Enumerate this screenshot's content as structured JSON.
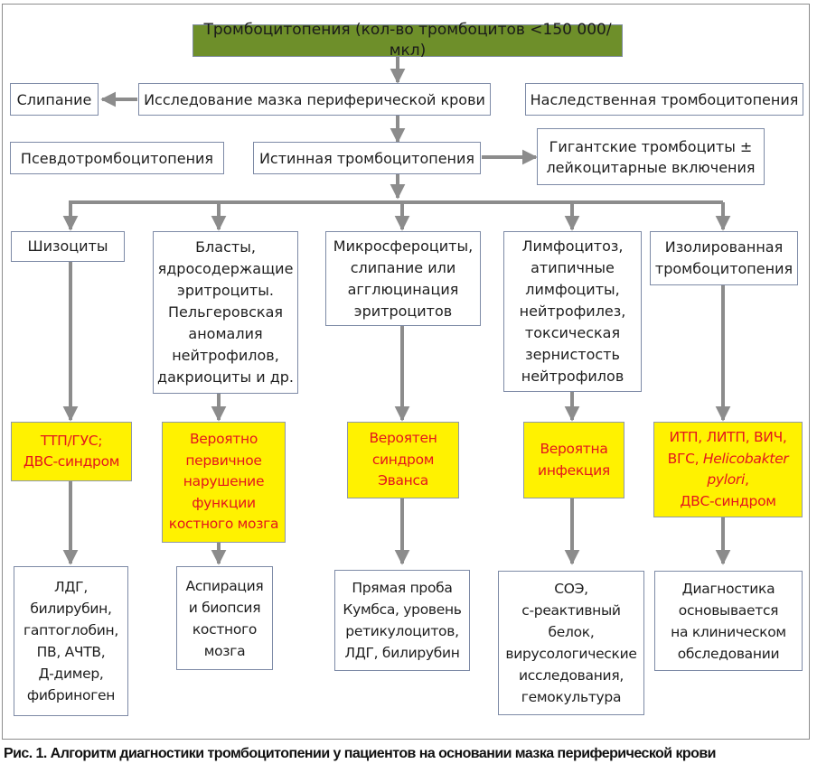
{
  "root": {
    "label": "Тромбоцитопения (кол-во тромбоцитов <150 000/мкл)",
    "color": "#6e8f2a"
  },
  "level1": {
    "smear": "Исследование мазка периферической крови",
    "clumping": "Слипание",
    "hereditary": "Наследственная тромбоцитопения"
  },
  "level2": {
    "pseudo": "Псевдотромбоцитопения",
    "true": "Истинная тромбоцитопения",
    "giant": "Гигантские тромбоциты ±\nлейкоцитарные включения"
  },
  "findings": [
    {
      "id": "schistocytes",
      "label": "Шизоциты"
    },
    {
      "id": "blasts",
      "label": "Бласты,\nядросодержащие\nэритроциты.\nПельгеровская\nаномалия\nнейтрофилов,\nдакриоциты и др."
    },
    {
      "id": "microspherocytes",
      "label": "Микросфероциты,\nслипание или\nагглюцинация\nэритроцитов"
    },
    {
      "id": "lymphocytosis",
      "label": "Лимфоцитоз,\nатипичные\nлимфоциты,\nнейтрофилез,\nтоксическая\nзернистость\nнейтрофилов"
    },
    {
      "id": "isolated",
      "label": "Изолированная\nтромбоцитопения"
    }
  ],
  "diagnoses": [
    {
      "id": "ttp",
      "label": "ТТП/ГУС;\nДВС-синдром"
    },
    {
      "id": "marrow",
      "label": "Вероятно\nпервичное\nнарушение\nфункции\nкостного мозга"
    },
    {
      "id": "evans",
      "label": "Вероятен\nсиндром\nЭванса"
    },
    {
      "id": "infection",
      "label": "Вероятна\nинфекция"
    },
    {
      "id": "itp",
      "label_line1": "ИТП, ЛИТП, ВИЧ,",
      "label_line2a": "ВГС, ",
      "label_italic": "Helicobakter\npylori",
      "label_line3": ",\nДВС-синдром"
    }
  ],
  "tests": [
    {
      "id": "ttp-tests",
      "label": "ЛДГ,\nбилирубин,\nгаптоглобин,\nПВ, АЧТВ,\nД-димер,\nфибриноген"
    },
    {
      "id": "marrow-tests",
      "label": "Аспирация\nи биопсия\nкостного\nмозга"
    },
    {
      "id": "evans-tests",
      "label": "Прямая проба\nКумбса, уровень\nретикулоцитов,\nЛДГ, билирубин"
    },
    {
      "id": "infection-tests",
      "label": "СОЭ,\nс-реактивный\nбелок,\nвирусологические\nисследования,\nгемокультура"
    },
    {
      "id": "itp-tests",
      "label": "Диагностика\nосновывается\nна клиническом\nобследовании"
    }
  ],
  "colors": {
    "connector": "#8c8c8c",
    "highlight_bg": "#fff200",
    "highlight_text": "#e4161d"
  },
  "caption": "Рис. 1. Алгоритм диагностики тромбоцитопении у пациентов на основании мазка периферической крови"
}
